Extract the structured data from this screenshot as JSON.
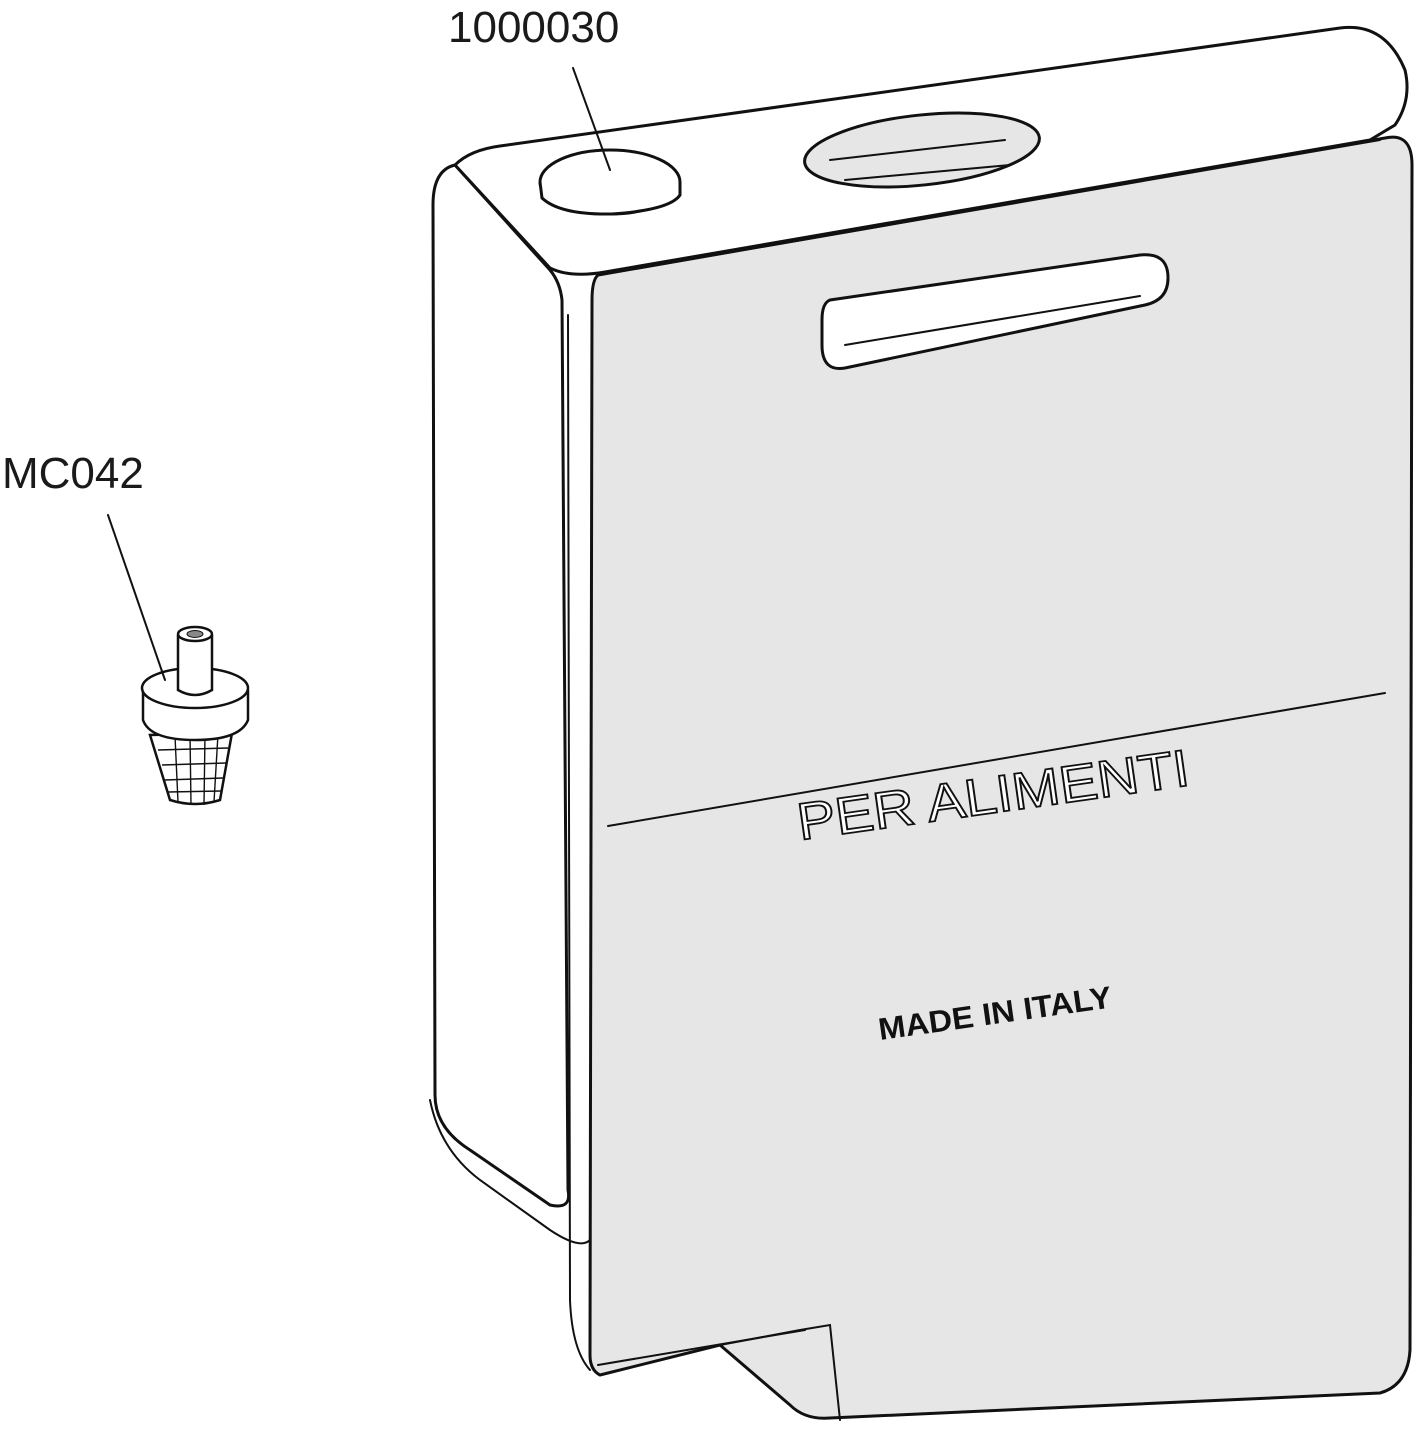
{
  "callouts": {
    "tank_part_number": "1000030",
    "filter_part_number": "MC042"
  },
  "tank_markings": {
    "food_grade": "PER ALIMENTI",
    "origin": "MADE IN ITALY"
  },
  "colors": {
    "background": "#ffffff",
    "tank_front": "#e6e6e6",
    "tank_highlight": "#ffffff",
    "line": "#111111"
  }
}
